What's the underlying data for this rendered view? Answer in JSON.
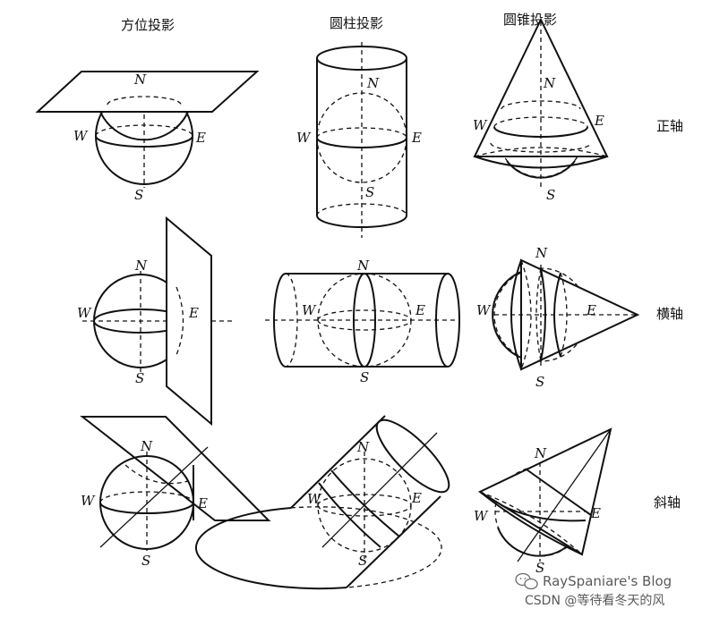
{
  "columns": [
    "方位投影",
    "圆柱投影",
    "圆锥投影"
  ],
  "rows": [
    "正轴",
    "横轴",
    "斜轴"
  ],
  "poles": {
    "north": "N",
    "south": "S",
    "east": "E",
    "west": "W"
  },
  "watermark": {
    "line1": "RaySpaniare's Blog",
    "line2": "CSDN @等待看冬天的风"
  }
}
